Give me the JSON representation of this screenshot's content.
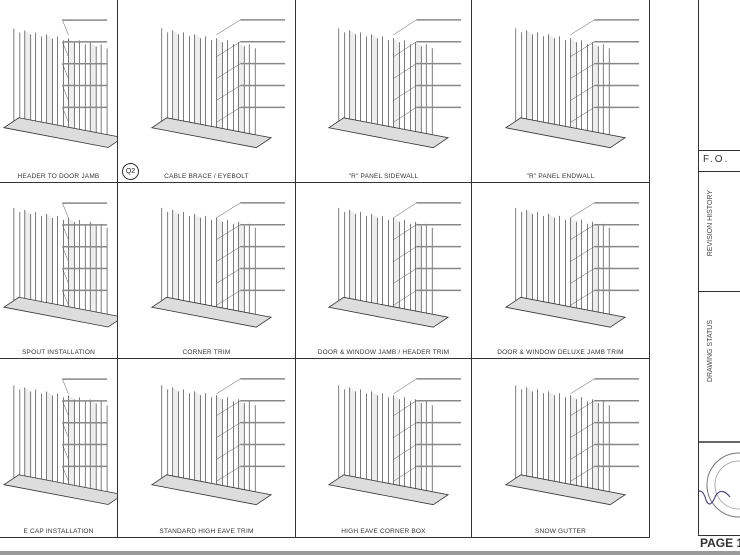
{
  "details": [
    {
      "caption": "HEADER TO DOOR JAMB"
    },
    {
      "caption": "CABLE BRACE / EYEBOLT",
      "marker": "Q2"
    },
    {
      "caption": "\"R\" PANEL SIDEWALL"
    },
    {
      "caption": "\"R\" PANEL ENDWALL"
    },
    {
      "caption": "SPOUT INSTALLATION"
    },
    {
      "caption": "CORNER TRIM"
    },
    {
      "caption": "DOOR & WINDOW JAMB / HEADER TRIM"
    },
    {
      "caption": "DOOR & WINDOW DELUXE JAMB TRIM"
    },
    {
      "caption": "E CAP INSTALLATION"
    },
    {
      "caption": "STANDARD HIGH EAVE TRIM"
    },
    {
      "caption": "HIGH EAVE CORNER BOX"
    },
    {
      "caption": "SNOW GUTTER"
    }
  ],
  "title_block": {
    "company": "F.O.",
    "revision_history": "REVISION HISTORY",
    "drawing_status": "DRAWING STATUS",
    "page": "PAGE 1"
  }
}
